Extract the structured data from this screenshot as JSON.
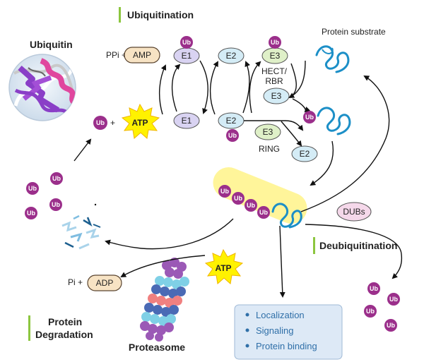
{
  "sections": {
    "ubiquitination": "Ubiquitination",
    "deubiquitination": "Deubiquitination",
    "protein_degradation_line1": "Protein",
    "protein_degradation_line2": "Degradation"
  },
  "labels": {
    "ubiquitin": "Ubiquitin",
    "protein_substrate": "Protein substrate",
    "proteasome": "Proteasome",
    "hect_rbr_line1": "HECT/",
    "hect_rbr_line2": "RBR",
    "ring": "RING",
    "ppi_plus": "PPi +",
    "pi_plus": "Pi +",
    "plus": "+"
  },
  "molecules": {
    "ub": "Ub",
    "atp": "ATP",
    "amp": "AMP",
    "adp": "ADP",
    "dubs": "DUBs"
  },
  "enzymes": {
    "e1": "E1",
    "e2": "E2",
    "e3": "E3"
  },
  "outcomes": [
    "Localization",
    "Signaling",
    "Protein binding"
  ],
  "colors": {
    "section_bar": "#8cc63f",
    "ub_fill": "#9b2f8b",
    "e1_fill": "#d9d3f2",
    "e2_fill": "#d4ecf6",
    "e3_fill": "#dff0c8",
    "protein": "#1c8fc7",
    "atp_fill": "#fff200",
    "pill_fill": "#f7e3c4",
    "highlight": "#fff59a",
    "dubs_fill": "#f5d8ea",
    "outcome_box": "#dde9f6",
    "outcome_text": "#2f6fa8"
  }
}
